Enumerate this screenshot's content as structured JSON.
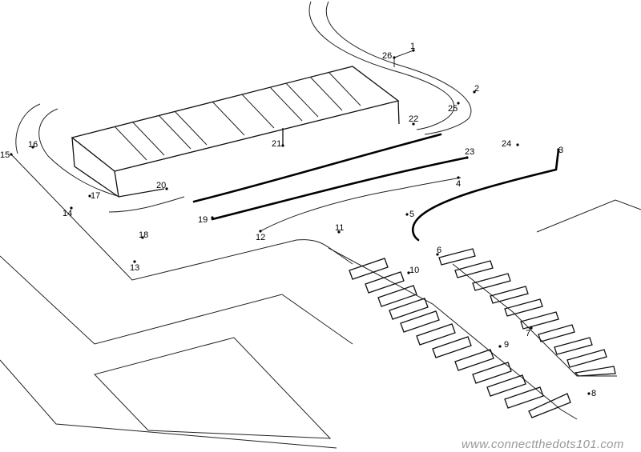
{
  "dots": [
    {
      "label": "1"
    },
    {
      "label": "2"
    },
    {
      "label": "3"
    },
    {
      "label": "4"
    },
    {
      "label": "5"
    },
    {
      "label": "6"
    },
    {
      "label": "7"
    },
    {
      "label": "8"
    },
    {
      "label": "9"
    },
    {
      "label": "10"
    },
    {
      "label": "11"
    },
    {
      "label": "12"
    },
    {
      "label": "13"
    },
    {
      "label": "14"
    },
    {
      "label": "15"
    },
    {
      "label": "16"
    },
    {
      "label": "17"
    },
    {
      "label": "18"
    },
    {
      "label": "19"
    },
    {
      "label": "20"
    },
    {
      "label": "21"
    },
    {
      "label": "22"
    },
    {
      "label": "23"
    },
    {
      "label": "24"
    },
    {
      "label": "25"
    },
    {
      "label": "26"
    }
  ],
  "watermark": "www.connectthedots101.com"
}
